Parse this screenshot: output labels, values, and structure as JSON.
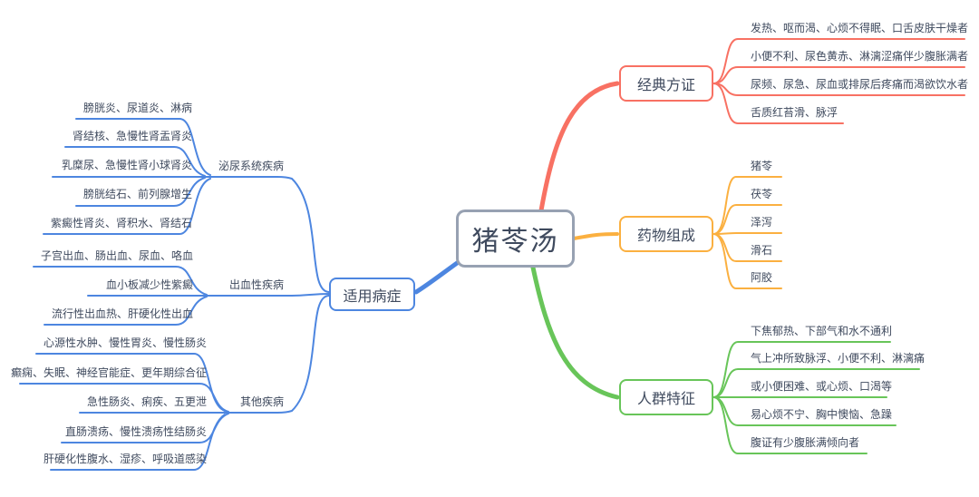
{
  "center": {
    "label": "猪苓汤"
  },
  "colors": {
    "classic": "#f87163",
    "composition": "#fbb040",
    "population": "#68c559",
    "indications": "#4d86e0",
    "center_border": "#97a1b2",
    "text": "#3f4a5e"
  },
  "branches": {
    "classic": {
      "label": "经典方证",
      "items": [
        "发热、呕而渴、心烦不得眠、口舌皮肤干燥者",
        "小便不利、尿色黄赤、淋漓涩痛伴少腹胀满者",
        "尿频、尿急、尿血或排尿后疼痛而渴欲饮水者",
        "舌质红苔滑、脉浮"
      ]
    },
    "composition": {
      "label": "药物组成",
      "items": [
        "猪苓",
        "茯苓",
        "泽泻",
        "滑石",
        "阿胶"
      ]
    },
    "population": {
      "label": "人群特征",
      "items": [
        "下焦郁热、下部气和水不通利",
        "气上冲所致脉浮、小便不利、淋漓痛",
        "或小便困难、或心烦、口渴等",
        "易心烦不宁、胸中懊恼、急躁",
        "腹证有少腹胀满倾向者"
      ]
    },
    "indications": {
      "label": "适用病症",
      "groups": [
        {
          "label": "泌尿系统疾病",
          "items": [
            "膀胱炎、尿道炎、淋病",
            "肾结核、急慢性肾盂肾炎",
            "乳糜尿、急慢性肾小球肾炎",
            "膀胱结石、前列腺增生",
            "紫癜性肾炎、肾积水、肾结石"
          ]
        },
        {
          "label": "出血性疾病",
          "items": [
            "子宫出血、肠出血、尿血、咯血",
            "血小板减少性紫癜",
            "流行性出血热、肝硬化性出血"
          ]
        },
        {
          "label": "其他疾病",
          "items": [
            "心源性水肿、慢性胃炎、慢性肠炎",
            "癫痫、失眠、神经官能症、更年期综合征",
            "急性肠炎、痢疾、五更泄",
            "直肠溃疡、慢性溃疡性结肠炎",
            "肝硬化性腹水、湿疹、呼吸道感染"
          ]
        }
      ]
    }
  }
}
